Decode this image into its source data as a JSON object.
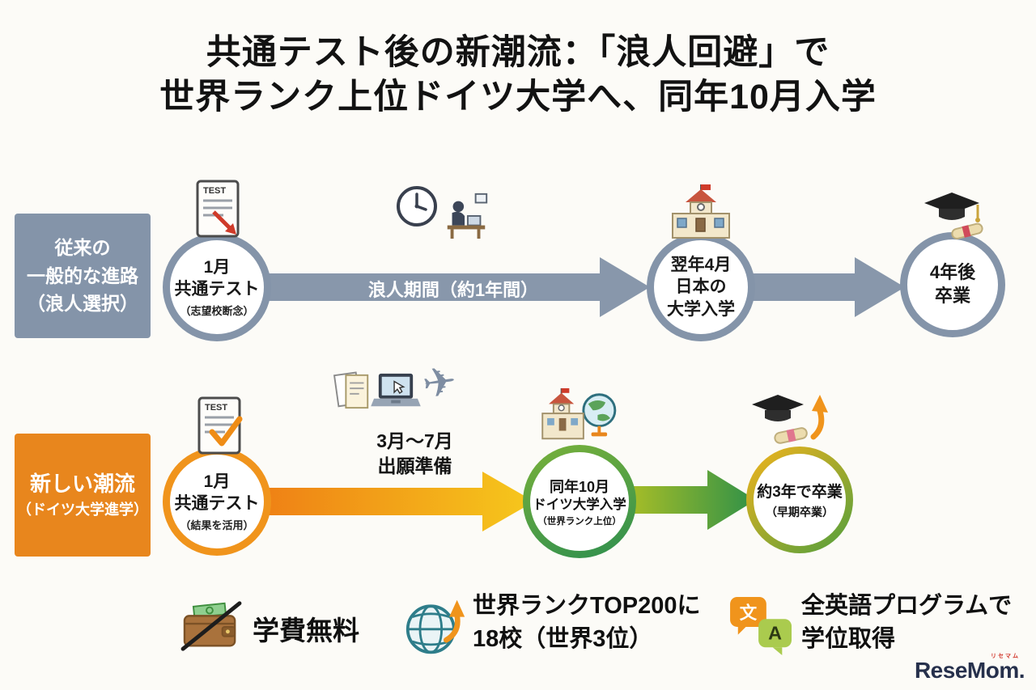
{
  "title": {
    "line1": "共通テスト後の新潮流：「浪人回避」で",
    "line2": "世界ランク上位ドイツ大学へ、同年10月入学"
  },
  "traditional": {
    "label": [
      "従来の",
      "一般的な進路",
      "（浪人選択）"
    ],
    "node1": {
      "l1": "1月",
      "l2": "共通テスト",
      "l3": "（志望校断念）"
    },
    "arrow_label": "浪人期間（約1年間）",
    "node2": {
      "l1": "翌年4月",
      "l2": "日本の",
      "l3": "大学入学"
    },
    "node3": {
      "l1": "4年後",
      "l2": "卒業"
    }
  },
  "new_trend": {
    "label": [
      "新しい潮流",
      "（ドイツ大学進学）"
    ],
    "node1": {
      "l1": "1月",
      "l2": "共通テスト",
      "l3": "（結果を活用）"
    },
    "prep": {
      "l1": "3月～7月",
      "l2": "出願準備"
    },
    "node2": {
      "l1": "同年10月",
      "l2": "ドイツ大学入学",
      "l3": "（世界ランク上位）"
    },
    "node3": {
      "l1": "約3年で卒業",
      "l2": "（早期卒業）"
    }
  },
  "features": [
    {
      "icon": "wallet-icon",
      "lines": [
        "学費無料"
      ]
    },
    {
      "icon": "globe-arrow-icon",
      "lines": [
        "世界ランクTOP200に",
        "18校（世界3位）"
      ]
    },
    {
      "icon": "language-icon",
      "lines": [
        "全英語プログラムで",
        "学位取得"
      ]
    }
  ],
  "icon_labels": {
    "test": "TEST",
    "lang_jp": "文",
    "lang_en": "A",
    "plane": "✈"
  },
  "logo": {
    "text": "ReseMom.",
    "sub": "リセマム"
  },
  "colors": {
    "traditional_gray": "#8494a9",
    "new_trend_orange": "#e8861d",
    "orange_ring": "#f0941c",
    "gradient_yellow": "#f6c41c",
    "gradient_green": "#2f9148",
    "fail_red": "#cf3b2a",
    "background": "#fcfbf7"
  }
}
